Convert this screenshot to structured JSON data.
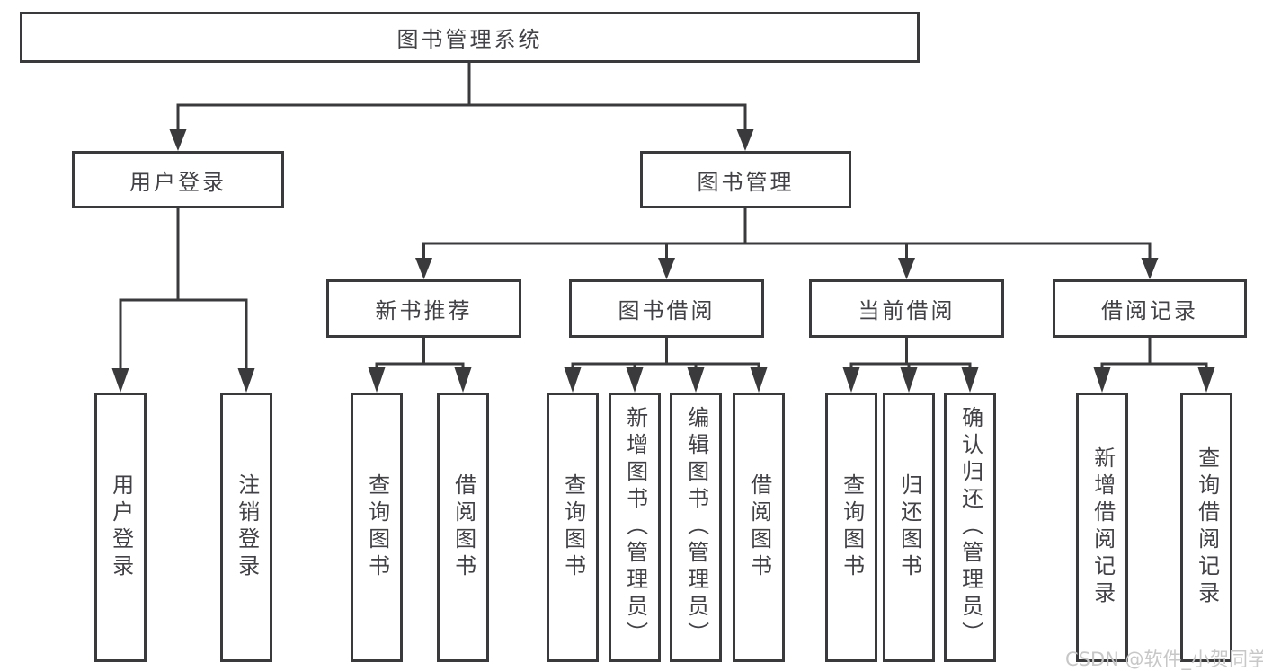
{
  "nodes": {
    "root": "图书管理系统",
    "level2": [
      "用户登录",
      "图书管理"
    ],
    "level3": [
      "新书推荐",
      "图书借阅",
      "当前借阅",
      "借阅记录"
    ],
    "leaves": [
      "用户登录",
      "注销登录",
      "查询图书",
      "借阅图书",
      "查询图书",
      "新增图书（管理员）",
      "编辑图书（管理员）",
      "借阅图书",
      "查询图书",
      "归还图书",
      "确认归还（管理员）",
      "新增借阅记录",
      "查询借阅记录"
    ]
  },
  "watermark": "CSDN @软件_小贺同学",
  "colors": {
    "line": "#3a3a3c",
    "text": "#414146",
    "background": "#ffffff",
    "watermark": "#c7c7c7"
  }
}
